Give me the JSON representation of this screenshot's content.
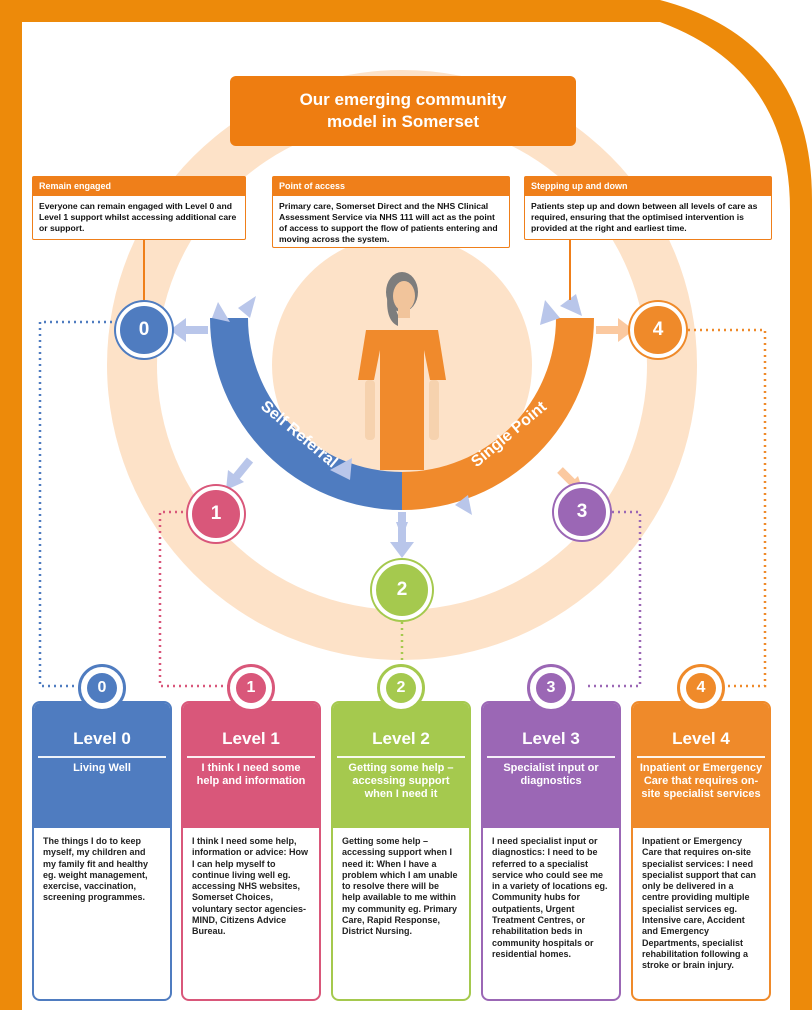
{
  "title": "Our emerging community model in Somerset",
  "info_boxes": [
    {
      "heading": "Remain engaged",
      "text": "Everyone can remain engaged with Level 0 and Level 1 support whilst accessing additional care or support."
    },
    {
      "heading": "Point of access",
      "text": "Primary care, Somerset Direct and the NHS Clinical Assessment Service via NHS 111 will act as the point of access to support the flow of patients entering and moving across the system."
    },
    {
      "heading": "Stepping up and down",
      "text": "Patients step up and down between all levels of care as required, ensuring that the optimised intervention is provided at the right and earliest time."
    }
  ],
  "arc_labels": {
    "left": "Self Referral",
    "right": "Single Point"
  },
  "circle_numbers": [
    "0",
    "1",
    "2",
    "3",
    "4"
  ],
  "levels": [
    {
      "num": "0",
      "level": "Level 0",
      "subtitle": "Living Well",
      "text": "The things I do to keep myself, my children and my family fit and healthy eg. weight management, exercise, vaccination, screening programmes.",
      "color": "#4f7cc0"
    },
    {
      "num": "1",
      "level": "Level 1",
      "subtitle": "I think I need some help and information",
      "text": "I think I need some help, information or advice: How I can help myself to continue living well eg. accessing NHS websites, Somerset Choices, voluntary sector agencies- MIND, Citizens Advice Bureau.",
      "color": "#d9577a"
    },
    {
      "num": "2",
      "level": "Level 2",
      "subtitle": "Getting some help – accessing support when I need it",
      "text": "Getting some help – accessing support when I need it: When I have a problem which I am unable to resolve there will be help available to me within my community eg. Primary Care, Rapid Response, District Nursing.",
      "color": "#a5c94e"
    },
    {
      "num": "3",
      "level": "Level 3",
      "subtitle": "Specialist input or diagnostics",
      "text": "I need specialist input or diagnostics: I need to be referred to a specialist service who could see me in a variety of locations eg. Community hubs for outpatients, Urgent Treatment Centres, or rehabilitation beds in community hospitals or residential homes.",
      "color": "#9b67b5"
    },
    {
      "num": "4",
      "level": "Level 4",
      "subtitle": "Inpatient or Emergency Care that requires on-site specialist services",
      "text": "Inpatient or Emergency Care that requires on-site specialist services: I need specialist support that can only be delivered in a centre providing multiple specialist services eg. Intensive care, Accident and Emergency Departments, specialist rehabilitation following a stroke or brain injury.",
      "color": "#ef8a2a"
    }
  ],
  "colors": {
    "frame": "#ed8a0a",
    "ring": "#fde2c8",
    "title": "#ee7d11",
    "blue": "#4f7cc0",
    "orange": "#f08a2c"
  }
}
